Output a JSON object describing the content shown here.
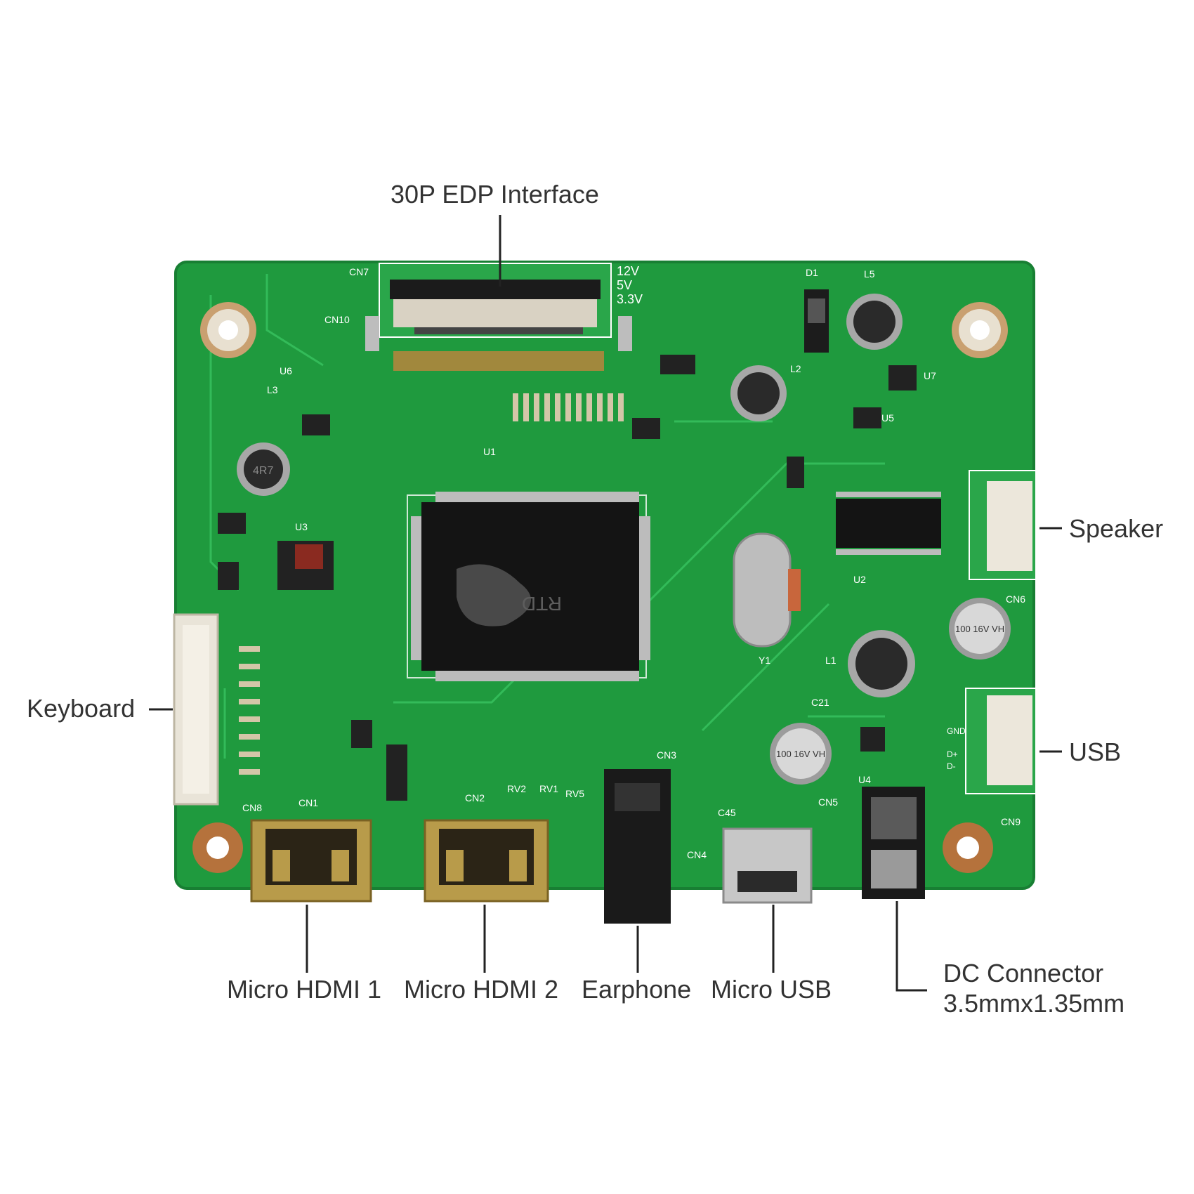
{
  "callouts": {
    "edp": "30P EDP Interface",
    "speaker": "Speaker",
    "keyboard": "Keyboard",
    "usb": "USB",
    "hdmi1": "Micro HDMI 1",
    "hdmi2": "Micro HDMI 2",
    "earphone": "Earphone",
    "micro_usb": "Micro USB",
    "dc_line1": "DC Connector",
    "dc_line2": "3.5mmx1.35mm"
  },
  "board": {
    "pcb_color": "#1f9a3e",
    "trace_color": "#2eb454",
    "chip_label": "RTD",
    "silkscreen": [
      "CN7",
      "CN10",
      "CN8",
      "CN1",
      "CN2",
      "CN3",
      "CN4",
      "CN5",
      "CN6",
      "CN9",
      "U1",
      "U2",
      "U3",
      "U4",
      "U5",
      "U6",
      "U7",
      "Y1",
      "L1",
      "L2",
      "L3",
      "L5",
      "D1",
      "12V",
      "5V",
      "3.3V",
      "GND",
      "D+",
      "D-",
      "C21",
      "C45",
      "RV1",
      "RV2",
      "RV5"
    ],
    "capacitor_1": "100 16V VH",
    "capacitor_2": "100 16V VH",
    "inductor_mark": "4R7"
  }
}
